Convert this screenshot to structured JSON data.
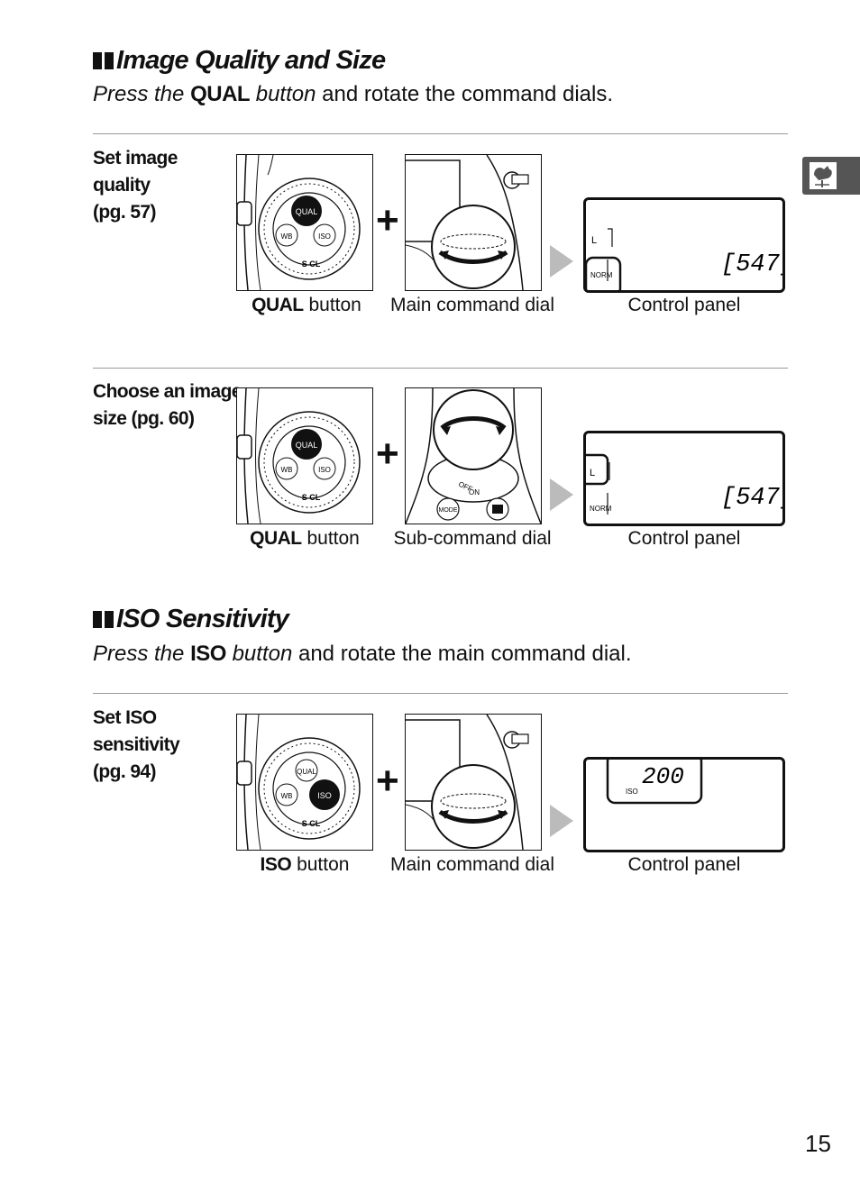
{
  "sections": [
    {
      "title": "Image Quality and Size",
      "intro": {
        "pre": "Press the",
        "button": "QUAL",
        "mid": "button",
        "post": "and rotate the command dials."
      }
    },
    {
      "title": "ISO Sensitivity",
      "intro": {
        "pre": "Press the",
        "button": "ISO",
        "mid": "button",
        "post": "and rotate the main command dial."
      }
    }
  ],
  "rows": [
    {
      "label": [
        "Set image",
        "quality",
        "(pg. 57)"
      ],
      "button_caption": {
        "bold": "QUAL",
        "rest": "button"
      },
      "dial_caption": "Main command dial",
      "panel_caption": "Control panel",
      "display": "[547]"
    },
    {
      "label": [
        "Choose an image",
        "size (pg. 60)"
      ],
      "button_caption": {
        "bold": "QUAL",
        "rest": "button"
      },
      "dial_caption": "Sub-command dial",
      "panel_caption": "Control panel",
      "display": "[547]"
    },
    {
      "label": [
        "Set ISO",
        "sensitivity",
        "(pg. 94)"
      ],
      "button_caption": {
        "bold": "ISO",
        "rest": "button"
      },
      "dial_caption": "Main command dial",
      "panel_caption": "Control panel",
      "display": "200"
    }
  ],
  "camera": {
    "qual": "QUAL",
    "wb": "WB",
    "iso": "ISO",
    "sel": "S CL",
    "off": "OFF",
    "on": "ON",
    "mode": "MODE"
  },
  "panel_marks": {
    "size": "L",
    "quality": "NORM",
    "iso": "ISO"
  },
  "plus_sign": "+",
  "page_number": "15",
  "icons": {
    "tab": "rooster-weathervane-icon"
  }
}
